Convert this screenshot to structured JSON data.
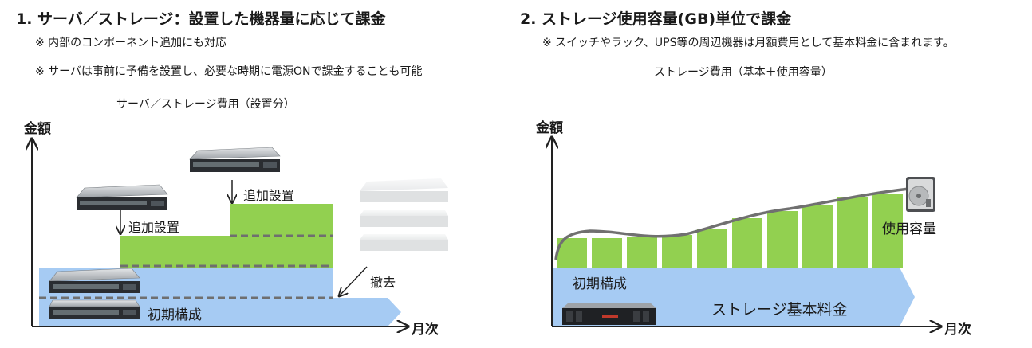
{
  "left": {
    "title": "1. サーバ／ストレージ：設置した機器量に応じて課金",
    "notes": [
      "※ 内部のコンポーネント追加にも対応",
      "※ サーバは事前に予備を設置し、必要な時期に電源ONで課金することも可能"
    ],
    "chart_caption": "サーバ／ストレージ費用（設置分）",
    "y_axis": "金額",
    "x_axis": "月次",
    "add_label_1": "追加設置",
    "add_label_2": "追加設置",
    "remove_label": "撤去",
    "initial_label": "初期構成"
  },
  "right": {
    "title": "2. ストレージ使用容量(GB)単位で課金",
    "note": "※ スイッチやラック、UPS等の周辺機器は月額費用として基本料金に含まれます。",
    "chart_caption": "ストレージ費用（基本＋使用容量）",
    "y_axis": "金額",
    "x_axis": "月次",
    "usage_label": "使用容量",
    "initial_label": "初期構成",
    "base_label": "ストレージ基本料金"
  },
  "colors": {
    "blue": "#a6cbf3",
    "green": "#92d050",
    "dash": "#6f6f6f",
    "curve": "#707070"
  }
}
